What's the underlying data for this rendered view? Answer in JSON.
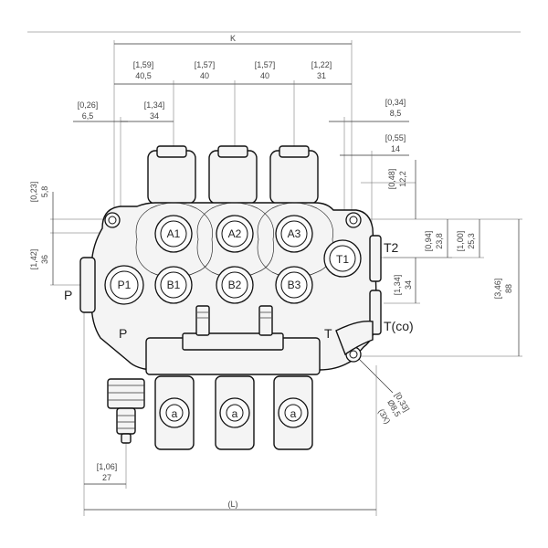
{
  "dimensions": {
    "overall_top": "K",
    "overall_bottom": "(L)",
    "section1_in": "[1,59]",
    "section1_mm": "40,5",
    "section2_in": "[1,57]",
    "section2_mm": "40",
    "section3_in": "[1,57]",
    "section3_mm": "40",
    "section4_in": "[1,22]",
    "section4_mm": "31",
    "left_edge_in": "[0,26]",
    "left_edge_mm": "6,5",
    "left_offset_in": "[1,34]",
    "left_offset_mm": "34",
    "right_edge_in": "[0,34]",
    "right_edge_mm": "8,5",
    "right_side_in": "[0,55]",
    "right_side_mm": "14",
    "right_hole_in": "[0,48]",
    "right_hole_mm": "12,2",
    "left_hole_in": "[0,23]",
    "left_hole_mm": "5,8",
    "left_p_in": "[1,42]",
    "left_p_mm": "36",
    "t2_a_in": "[0,94]",
    "t2_a_mm": "23,8",
    "t2_b_in": "[1,00]",
    "t2_b_mm": "25,3",
    "tco_in": "[1,34]",
    "tco_mm": "34",
    "height_in": "[3,46]",
    "height_mm": "88",
    "hole_in": "[0,33]",
    "hole_mm": "Ø8,5",
    "hole_qty": "(3X)",
    "bottom_in": "[1,06]",
    "bottom_mm": "27"
  },
  "ports": {
    "a1": "A1",
    "a2": "A2",
    "a3": "A3",
    "b1": "B1",
    "b2": "B2",
    "b3": "B3",
    "p1": "P1",
    "t1": "T1"
  },
  "labels": {
    "p_side": "P",
    "p_body": "P",
    "t_body": "T",
    "t2": "T2",
    "tco": "T(co)"
  },
  "colors": {
    "line": "#111111",
    "body_fill": "#f4f4f4",
    "text": "#222222"
  }
}
